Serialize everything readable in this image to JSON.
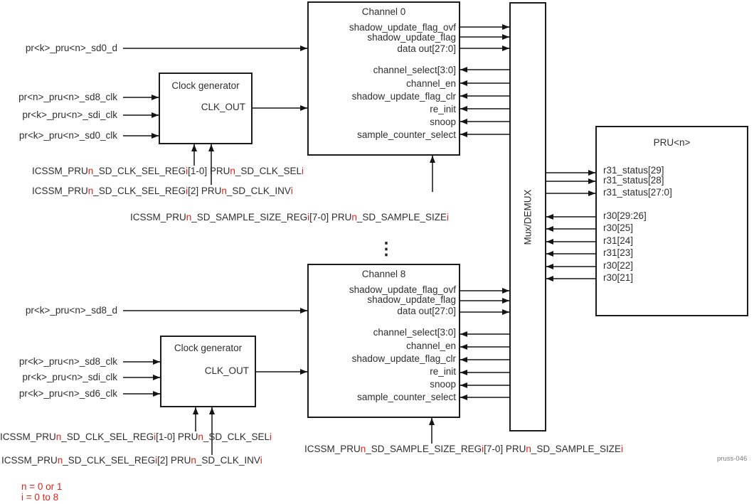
{
  "colors": {
    "accent_red": "#e02318",
    "line": "#4d4d4d",
    "box_border": "#1c1c1c"
  },
  "left_inputs": {
    "top": [
      "pr<k>_pru<n>_sd0_d",
      "pr<n>_pru<n>_sd8_clk",
      "pr<k>_pru<n>_sdi_clk",
      "pr<k>_pru<n>_sd0_clk"
    ],
    "bottom": [
      "pr<k>_pru<n>_sd8_d",
      "pr<k>_pru<n>_sd8_clk",
      "pr<k>_pru<n>_sdi_clk",
      "pr<k>_pru<n>_sd6_clk"
    ]
  },
  "clock_generator": {
    "title": "Clock generator",
    "output_label": "CLK_OUT"
  },
  "channels": [
    {
      "title": "Channel 0"
    },
    {
      "title": "Channel 8"
    }
  ],
  "channel_signals": {
    "outputs": [
      "shadow_update_flag_ovf",
      "shadow_update_flag",
      "data out[27:0]"
    ],
    "inputs": [
      "channel_select[3:0]",
      "channel_en",
      "shadow_update_flag_clr",
      "re_init",
      "snoop",
      "sample_counter_select"
    ]
  },
  "mux": {
    "label": "Mux/DEMUX"
  },
  "pru": {
    "title": "PRU<n>",
    "inputs": [
      "r31_status[29]",
      "r31_status[28]",
      "r31_status[27:0]"
    ],
    "outputs": [
      "r30[29:26]",
      "r30[25]",
      "r31[24]",
      "r31[23]",
      "r30[22]",
      "r30[21]"
    ]
  },
  "registers": {
    "clk_sel": [
      {
        "t": "ICSSM_PRU"
      },
      {
        "t": "n",
        "red": true
      },
      {
        "t": "_SD_CLK_SEL_REG"
      },
      {
        "t": "i",
        "red": true
      },
      {
        "t": "[1-0] PRU"
      },
      {
        "t": "n",
        "red": true
      },
      {
        "t": "_SD_CLK_SEL"
      },
      {
        "t": "i",
        "red": true
      }
    ],
    "clk_inv": [
      {
        "t": "ICSSM_PRU"
      },
      {
        "t": "n",
        "red": true
      },
      {
        "t": "_SD_CLK_SEL_REG"
      },
      {
        "t": "i",
        "red": true
      },
      {
        "t": "[2] PRU"
      },
      {
        "t": "n",
        "red": true
      },
      {
        "t": "_SD_CLK_INV"
      },
      {
        "t": "i",
        "red": true
      }
    ],
    "sample_size": [
      {
        "t": "ICSSM_PRU"
      },
      {
        "t": "n",
        "red": true
      },
      {
        "t": "_SD_SAMPLE_SIZE_REG"
      },
      {
        "t": "i",
        "red": true
      },
      {
        "t": "[7-0] PRU"
      },
      {
        "t": "n",
        "red": true
      },
      {
        "t": "_SD_SAMPLE_SIZE"
      },
      {
        "t": "i",
        "red": true
      }
    ]
  },
  "footnotes": [
    "n = 0 or 1",
    "i = 0 to 8"
  ],
  "ellipsis": "⋮",
  "watermark": "pruss-046"
}
